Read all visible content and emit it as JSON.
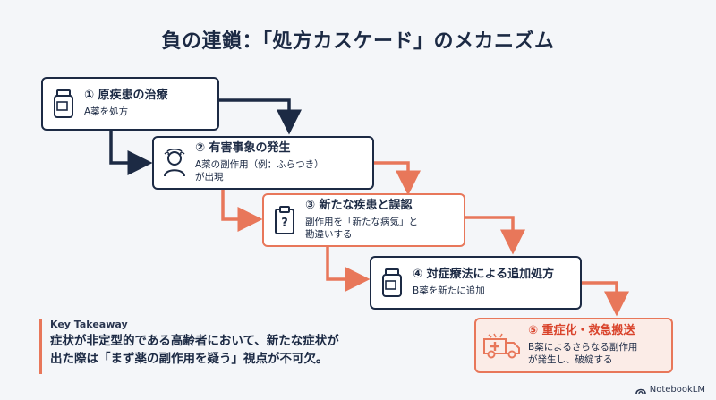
{
  "title": "負の連鎖：「処方カスケード」のメカニズム",
  "steps": [
    {
      "title": "① 原疾患の治療",
      "desc": "A薬を処方",
      "icon": "medicine-bottle-icon"
    },
    {
      "title": "② 有害事象の発生",
      "desc": "A薬の副作用（例：ふらつき）\nが出現",
      "icon": "dizzy-person-icon"
    },
    {
      "title": "③ 新たな疾患と誤認",
      "desc": "副作用を「新たな病気」と\n勘違いする",
      "icon": "clipboard-question-icon"
    },
    {
      "title": "④ 対症療法による追加処方",
      "desc": "B薬を新たに追加",
      "icon": "medicine-bottle-icon"
    },
    {
      "title": "⑤ 重症化・救急搬送",
      "desc": "B薬によるさらなる副作用\nが発生し、破綻する",
      "icon": "ambulance-icon"
    }
  ],
  "takeaway": {
    "label": "Key Takeaway",
    "text": "症状が非定型的である高齢者において、新たな症状が\n出た際は「まず薬の副作用を疑う」視点が不可欠。"
  },
  "brand": "NotebookLM",
  "colors": {
    "navy": "#1c2a44",
    "orange": "#e8775a",
    "alert": "#d9432b"
  }
}
